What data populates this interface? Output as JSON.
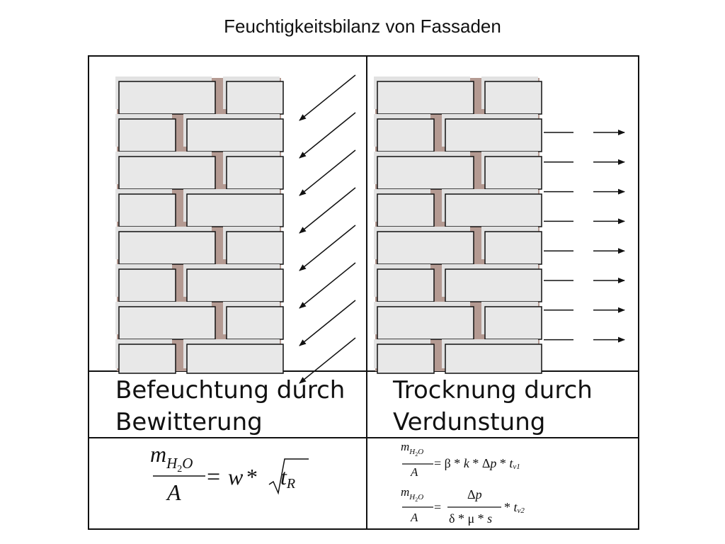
{
  "title": "Feuchtigkeitsbilanz von Fassaden",
  "colors": {
    "brick_fill": "#e8e8e8",
    "brick_outline": "#111111",
    "mortar": "#b49a92",
    "shadow": "#e2e2e2",
    "line": "#111111"
  },
  "panels": {
    "left": {
      "caption_line1": "Befeuchtung durch",
      "caption_line2": "Bewitterung",
      "arrow_direction": "diagonal-in",
      "arrow_count": 8,
      "formula": {
        "m": "m",
        "sub_h": "H",
        "sub_2": "2",
        "sub_o": "O",
        "denominator": "A",
        "eq": "=",
        "w": "w",
        "star": "*",
        "t": "t",
        "t_sub": "R"
      }
    },
    "right": {
      "caption_line1": "Trocknung durch",
      "caption_line2": "Verdunstung",
      "arrow_direction": "horizontal-out",
      "arrow_count": 8,
      "formula1": {
        "m": "m",
        "sub_h": "H",
        "sub_2": "2",
        "sub_o": "O",
        "denominator": "A",
        "rhs_prefix": "= β * ",
        "k": "k",
        "mid": " * Δ",
        "p": "p",
        "star": " * ",
        "t": "t",
        "t_sub": "v1"
      },
      "formula2": {
        "m": "m",
        "sub_h": "H",
        "sub_2": "2",
        "sub_o": "O",
        "denominator": "A",
        "eq": "=",
        "delta": "Δ",
        "p": "p",
        "den_prefix": "δ * μ * ",
        "s": "s",
        "star": "* ",
        "t": "t",
        "t_sub": "v2"
      }
    }
  }
}
